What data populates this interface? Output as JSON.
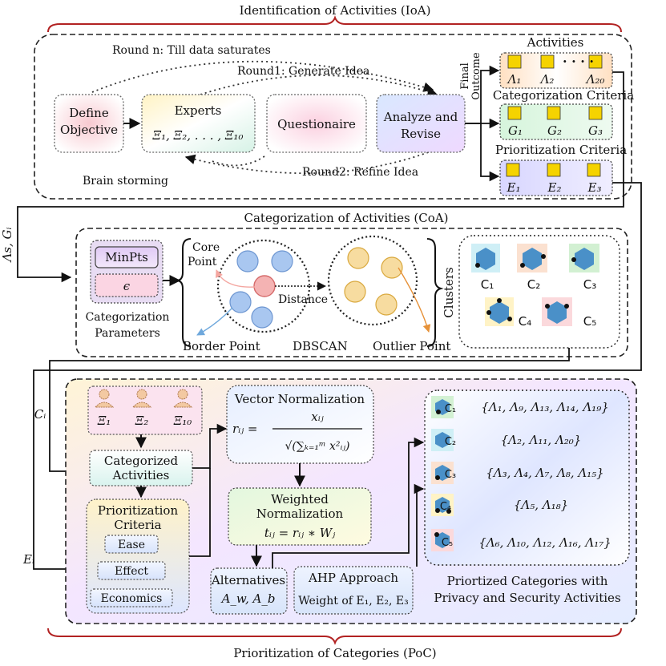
{
  "sections": {
    "ioa_title": "Identification of Activities (IoA)",
    "coa_title": "Categorization of Activities (CoA)",
    "poc_title": "Prioritization of Categories (PoC)"
  },
  "ioa": {
    "round_n": "Round n: Till data saturates",
    "round1": "Round1: Generate Idea",
    "round2": "Round2: Refine Idea",
    "define_objective": [
      "Define",
      "Objective"
    ],
    "experts_title": "Experts",
    "experts_list": "Ξ₁, Ξ₂, . . . , Ξ₁₀",
    "questionnaire": "Questionaire",
    "analyze_revise": [
      "Analyze and",
      "Revise"
    ],
    "brain_storming": "Brain storming",
    "final_outcome": [
      "Final",
      "Outcome"
    ],
    "activities_title": "Activities",
    "activities_items": [
      "Λ₁",
      "Λ₂",
      "Λ₂₀"
    ],
    "activities_dots": "· · · ·",
    "categorization_criteria_title": "Categorization Criteria",
    "categorization_items": [
      "G₁",
      "G₂",
      "G₃"
    ],
    "prioritization_criteria_title": "Prioritization Criteria",
    "prioritization_items": [
      "E₁",
      "E₂",
      "E₃"
    ]
  },
  "coa": {
    "flow_in_label": "Λs, Gᵢ",
    "minpts": "MinPts",
    "epsilon": "ϵ",
    "categorization_parameters": [
      "Categorization",
      "Parameters"
    ],
    "core_point": [
      "Core",
      "Point"
    ],
    "distance": "Distance",
    "border_point": "Border Point",
    "dbscan": "DBSCAN",
    "outlier_point": "Outlier Point",
    "clusters": "Clusters",
    "cluster_labels": [
      "C₁",
      "C₂",
      "C₃",
      "C₄",
      "C₅"
    ]
  },
  "poc": {
    "ci_label": "Cᵢ",
    "ei_label": "Eᵢ",
    "experts": [
      "Ξ₁",
      "Ξ₂",
      "Ξ₁₀"
    ],
    "categorized_activities": [
      "Categorized",
      "Activities"
    ],
    "prioritization_criteria": [
      "Prioritization",
      "Criteria"
    ],
    "criteria_items": [
      "Ease",
      "Effect",
      "Economics"
    ],
    "vector_normalization_title": "Vector Normalization",
    "vector_formula_lhs": "rᵢⱼ =",
    "vector_formula_num": "xᵢⱼ",
    "vector_formula_den": "√(∑ₖ₌₁ᵐ x²ᵢⱼ)",
    "weighted_normalization": [
      "Weighted",
      "Normalization"
    ],
    "weighted_formula": "tᵢⱼ = rᵢⱼ ∗ Wⱼ",
    "alternatives_title": "Alternatives",
    "alternatives_values": "A_w, A_b",
    "ahp_title": "AHP Approach",
    "ahp_weight": "Weight of E₁, E₂, E₃",
    "prioritized_sets": [
      "{Λ₁, Λ₉, Λ₁₃, Λ₁₄, Λ₁₉}",
      "{Λ₂, Λ₁₁, Λ₂₀}",
      "{Λ₃, Λ₄, Λ₇, Λ₈, Λ₁₅}",
      "{Λ₅, Λ₁₈}",
      "{Λ₆, Λ₁₀, Λ₁₂, Λ₁₆, Λ₁₇}"
    ],
    "prioritized_cluster_labels": [
      "C₁",
      "C₂",
      "C₃",
      "C₄",
      "C₅"
    ],
    "prioritized_caption": [
      "Priortized Categories with",
      "Privacy and Security Activities"
    ]
  },
  "colors": {
    "brace_red": "#b22222",
    "core_red": "#e06666",
    "cluster_blue": "#8fb4e6",
    "cluster_yellow": "#f6d58e",
    "icon_yellow": "#f5d300",
    "person_peach": "#f3c9a2"
  }
}
